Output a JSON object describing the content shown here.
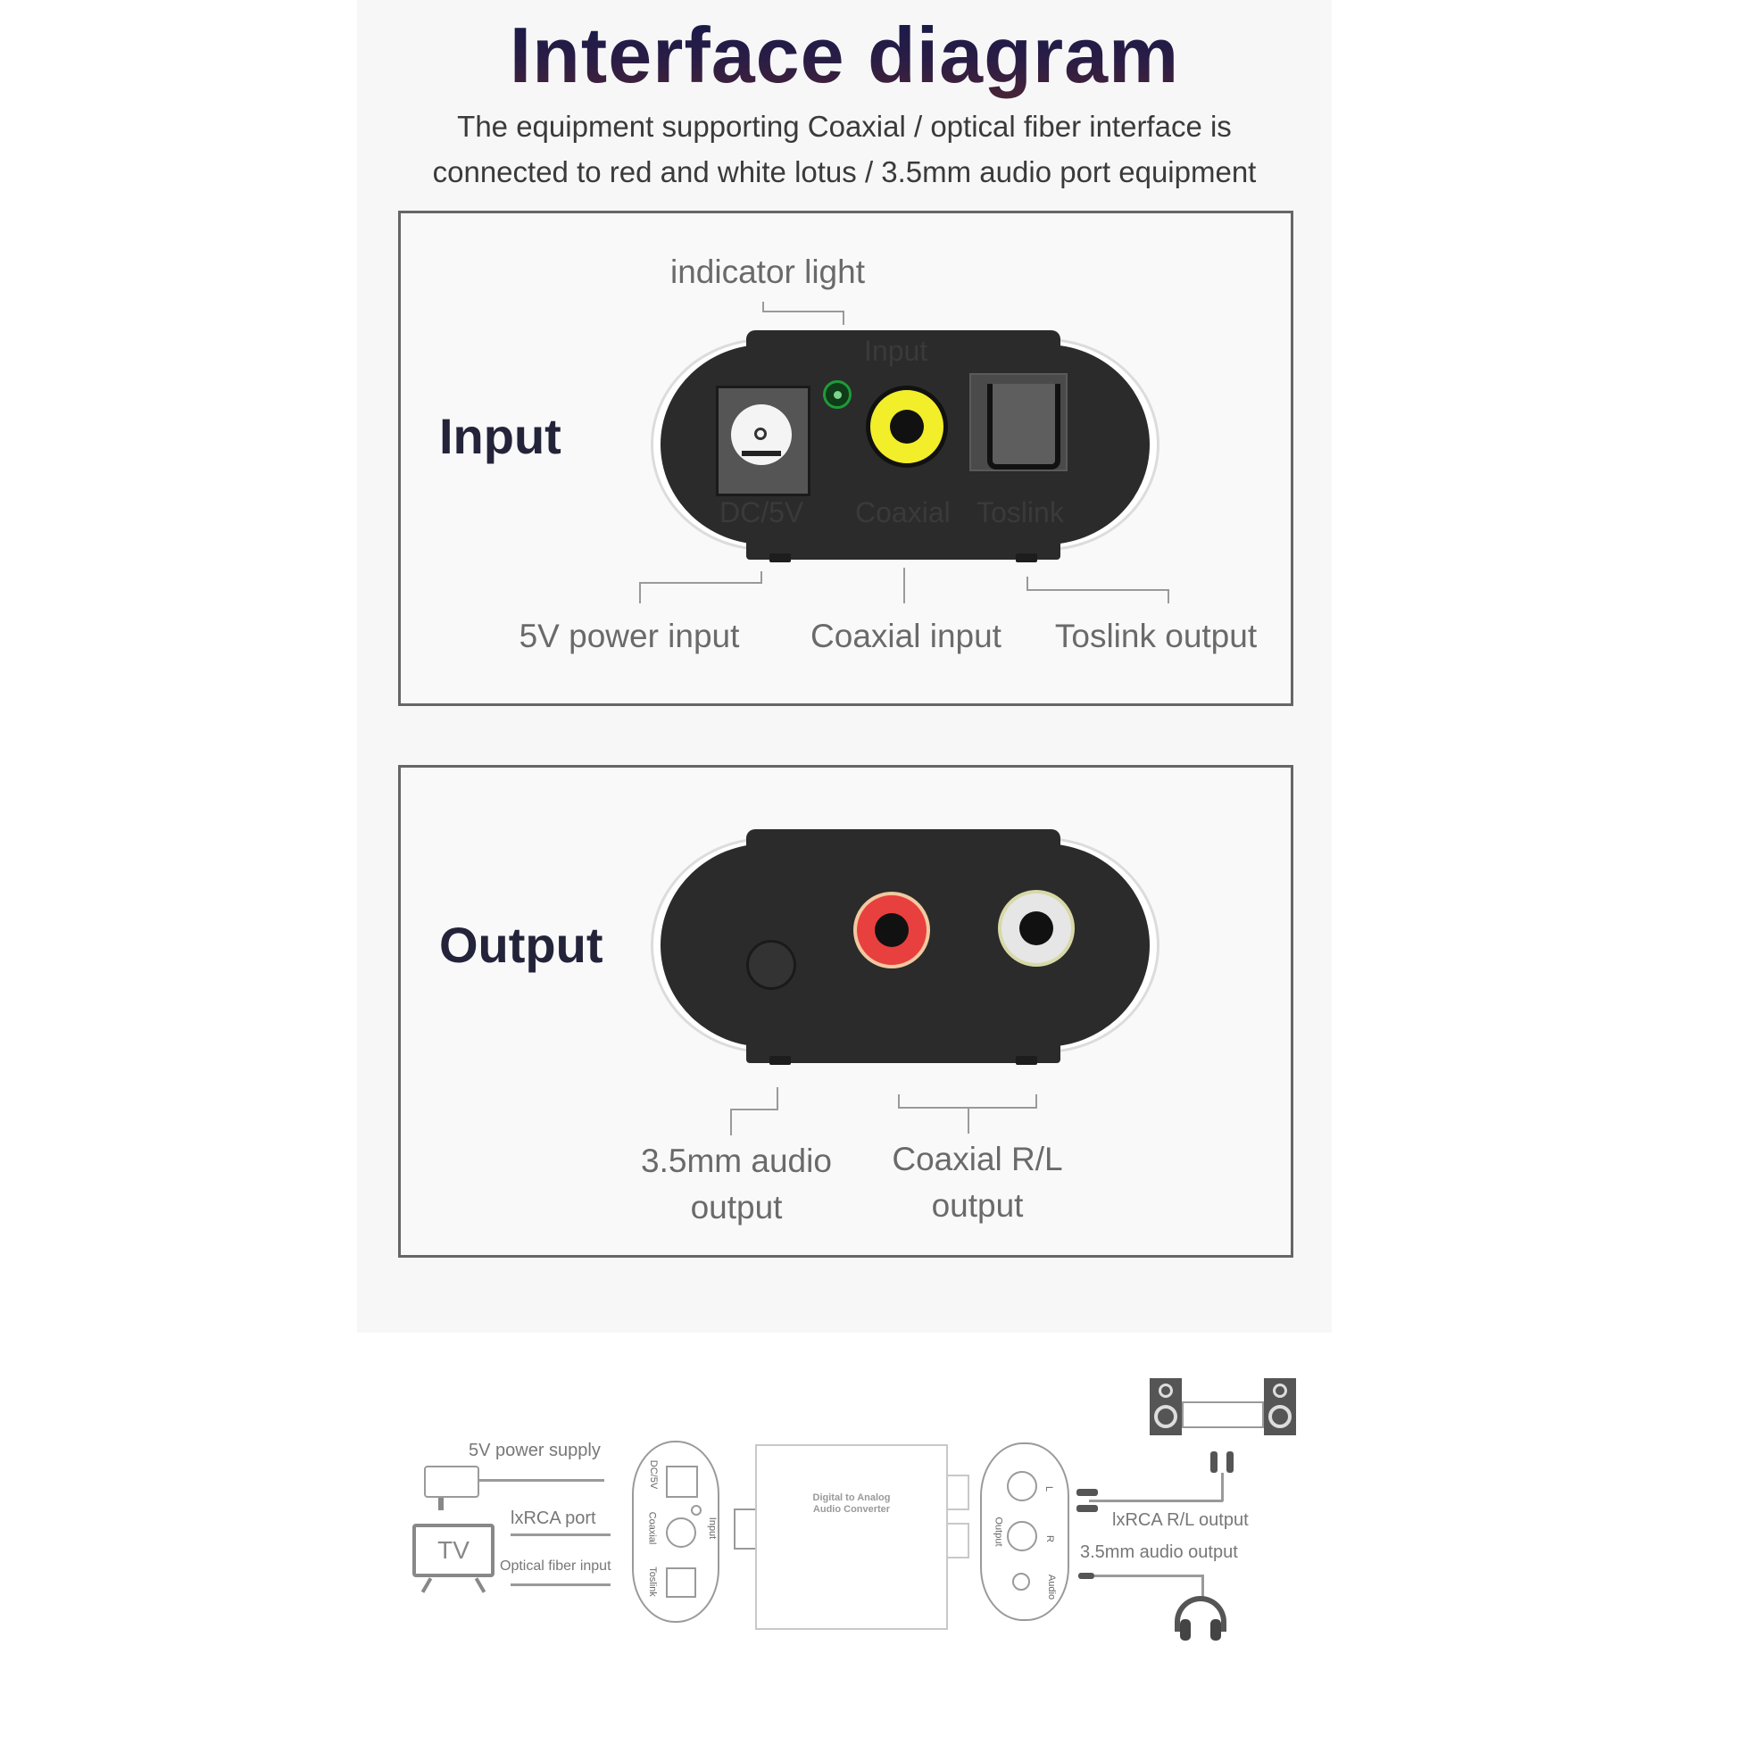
{
  "header": {
    "title": "Interface diagram",
    "subtitle_line1": "The equipment supporting Coaxial / optical fiber interface is",
    "subtitle_line2": "connected to red and white lotus / 3.5mm audio port equipment"
  },
  "input_panel": {
    "section_label": "Input",
    "indicator_label": "indicator light",
    "device_embossed": {
      "top": "Input",
      "dc": "DC/5V",
      "coaxial": "Coaxial",
      "toslink": "Toslink"
    },
    "callouts": [
      {
        "label": "5V power input"
      },
      {
        "label": "Coaxial input"
      },
      {
        "label": "Toslink output"
      }
    ],
    "colors": {
      "led": "#1f9a3a",
      "coax_jack": "#f2ee2a",
      "device_body": "#2b2b2b"
    }
  },
  "output_panel": {
    "section_label": "Output",
    "callouts": [
      {
        "line1": "3.5mm audio",
        "line2": "output"
      },
      {
        "line1": "Coaxial R/L",
        "line2": "output"
      }
    ],
    "colors": {
      "rca_red": "#e8403f",
      "rca_white": "#e6e6e6"
    }
  },
  "connection_diagram": {
    "left_labels": {
      "power": "5V power supply",
      "rca": "lxRCA port",
      "optical": "Optical fiber input",
      "tv": "TV"
    },
    "input_end_labels": {
      "dc": "DC/5V",
      "coaxial": "Coaxial",
      "toslink": "Toslink",
      "input": "Input"
    },
    "converter_label_line1": "Digital to Analog",
    "converter_label_line2": "Audio Converter",
    "output_end_labels": {
      "output": "Output",
      "l": "L",
      "r": "R",
      "audio": "Audio"
    },
    "right_labels": {
      "rca_out": "lxRCA R/L output",
      "aux_out": "3.5mm audio output"
    }
  }
}
